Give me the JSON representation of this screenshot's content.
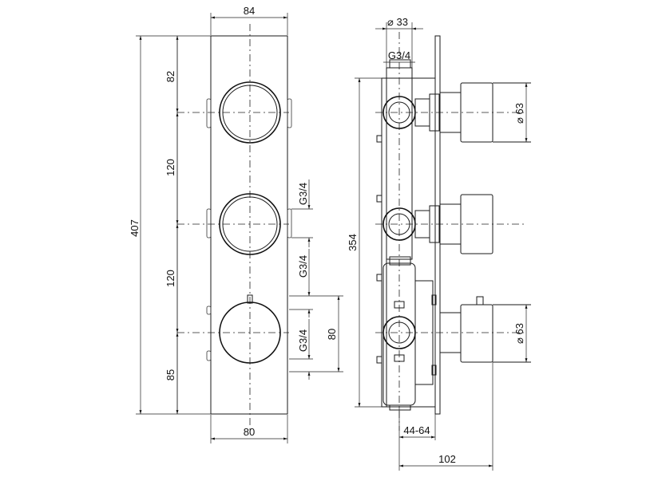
{
  "front_view": {
    "width_top": "84",
    "width_bottom": "80",
    "total_height": "407",
    "seg_top": "82",
    "seg_mid1": "120",
    "seg_mid2": "120",
    "seg_bottom": "85",
    "outlet_upper": "G3/4",
    "outlet_middle": "G3/4",
    "outlet_lower": "G3/4",
    "spacing_80": "80"
  },
  "side_view": {
    "diameter_top": "⌀ 33",
    "inlet_top": "G3/4",
    "body_height": "354",
    "knob_diameter_upper": "⌀ 63",
    "knob_diameter_lower": "⌀ 63",
    "depth_range": "44-64",
    "overall_depth": "102"
  }
}
